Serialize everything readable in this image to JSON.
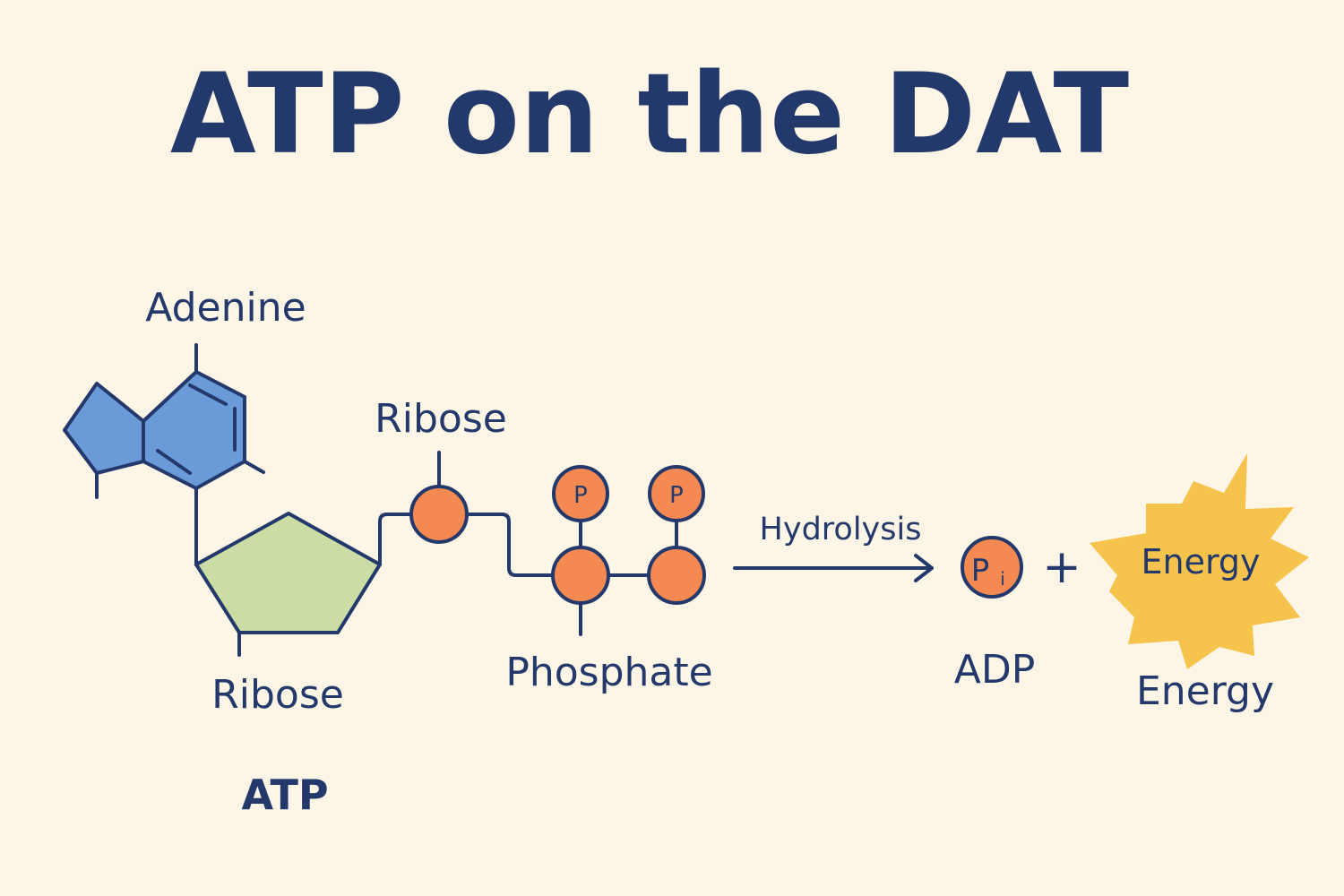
{
  "title": "ATP on the DAT",
  "labels": {
    "adenine": "Adenine",
    "ribose_upper": "Ribose",
    "ribose_lower": "Ribose",
    "phosphate": "Phosphate",
    "atp": "ATP",
    "hydrolysis": "Hydrolysis",
    "adp": "ADP",
    "energy_below": "Energy",
    "energy_burst": "Energy",
    "plus": "+"
  },
  "phosphate_symbols": {
    "p1": "P",
    "p2": "P",
    "pi_main": "P",
    "pi_sub": "i"
  },
  "colors": {
    "background": "#FDF5E6",
    "ink": "#24396B",
    "adenine_fill": "#6A9AD8",
    "ribose_fill": "#CBDCA4",
    "phosphate_fill": "#F48A52",
    "energy_fill": "#F6C34D"
  }
}
